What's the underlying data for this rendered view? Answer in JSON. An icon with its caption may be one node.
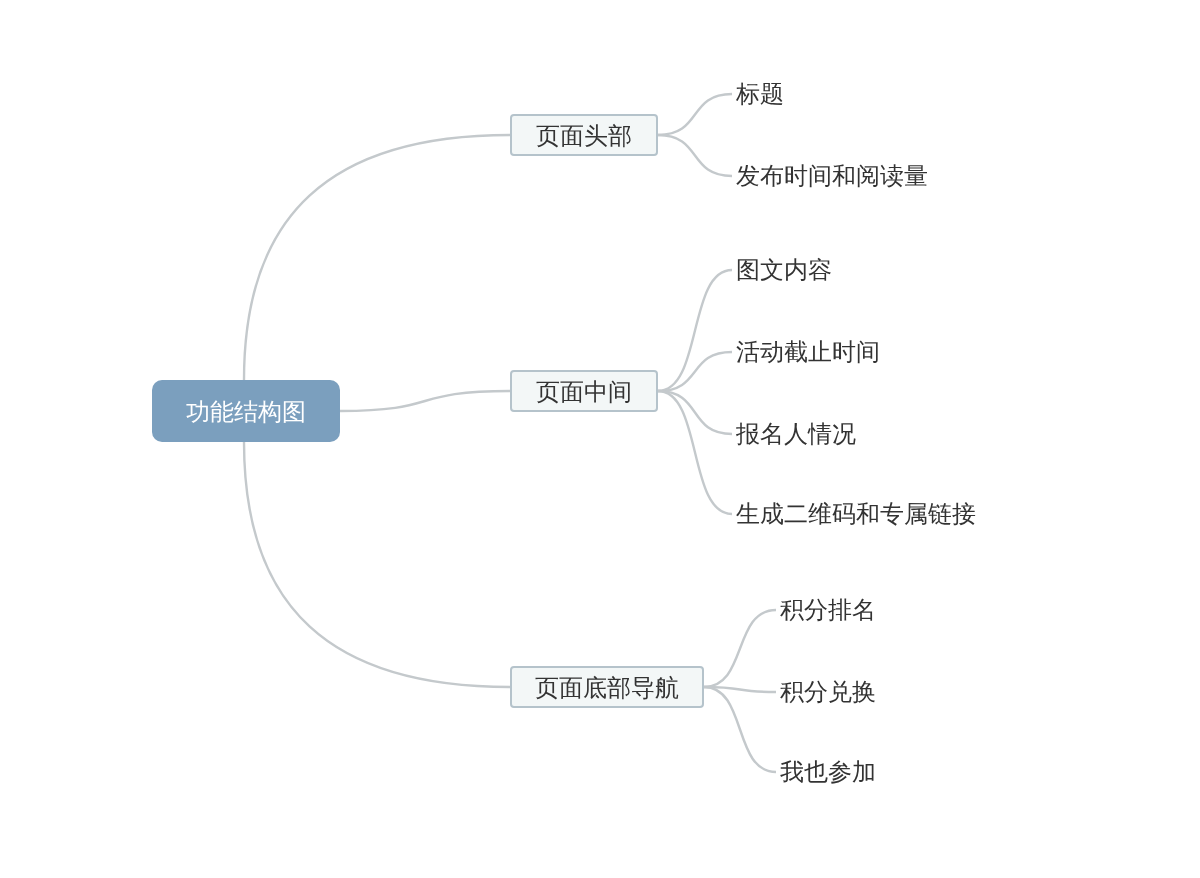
{
  "diagram": {
    "nodes": [
      {
        "text": [
          "功能结构图"
        ]
      },
      {
        "text": [
          "页面头部"
        ]
      },
      {
        "text": [
          "标题"
        ]
      },
      {
        "text": [
          "发布时间和阅读量"
        ]
      },
      {
        "text": [
          "页面中间"
        ]
      },
      {
        "text": [
          "图文内容"
        ]
      },
      {
        "text": [
          "活动截止时间"
        ]
      },
      {
        "text": [
          "报名人情况"
        ]
      },
      {
        "text": [
          "生成二维码和专属链接"
        ]
      },
      {
        "text": [
          "页面底部导航"
        ]
      },
      {
        "text": [
          "积分排名"
        ]
      },
      {
        "text": [
          "积分兑换"
        ]
      },
      {
        "text": [
          "我也参加"
        ]
      }
    ],
    "edges": [
      {
        "from": 0,
        "to": 1,
        "arrow": "none"
      },
      {
        "from": 1,
        "to": 2,
        "arrow": "none"
      },
      {
        "from": 1,
        "to": 3,
        "arrow": "none"
      },
      {
        "from": 0,
        "to": 4,
        "arrow": "none"
      },
      {
        "from": 4,
        "to": 5,
        "arrow": "none"
      },
      {
        "from": 4,
        "to": 6,
        "arrow": "none"
      },
      {
        "from": 4,
        "to": 7,
        "arrow": "none"
      },
      {
        "from": 4,
        "to": 8,
        "arrow": "none"
      },
      {
        "from": 0,
        "to": 9,
        "arrow": "none"
      },
      {
        "from": 9,
        "to": 10,
        "arrow": "none"
      },
      {
        "from": 9,
        "to": 11,
        "arrow": "none"
      },
      {
        "from": 9,
        "to": 12,
        "arrow": "none"
      }
    ]
  }
}
